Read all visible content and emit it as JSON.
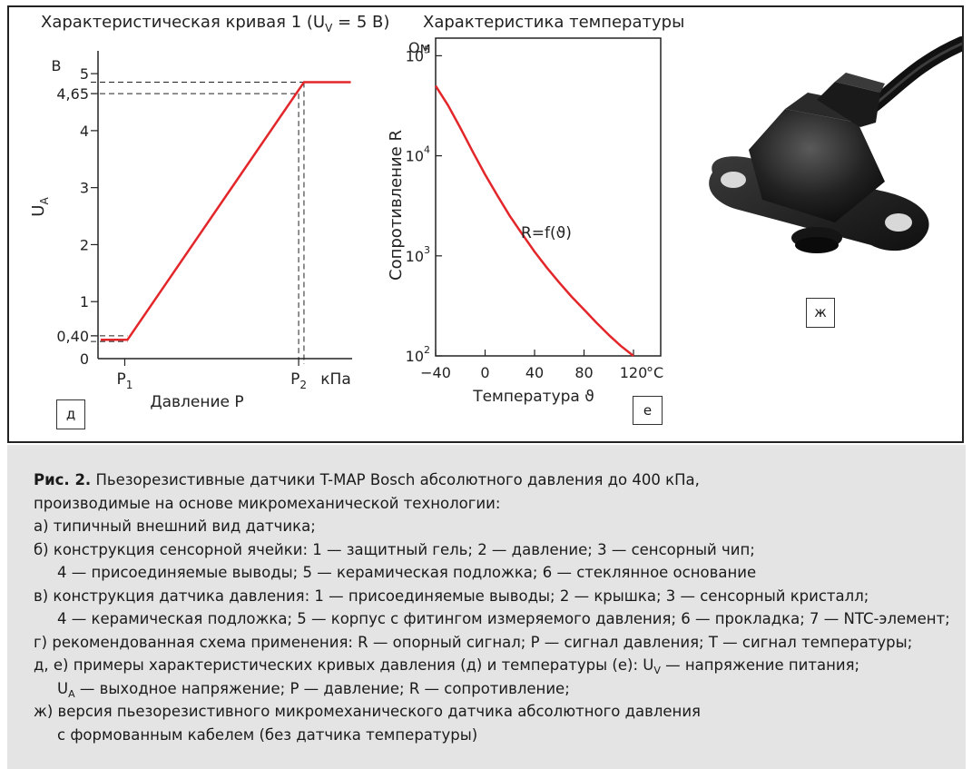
{
  "colors": {
    "curve": "#e3262a",
    "axis": "#222222",
    "caption_bg": "#e4e4e4"
  },
  "chart_data": [
    {
      "type": "line",
      "panel": "д",
      "title": "Характеристическая кривая 1 (U",
      "title_sub": "V",
      "title_end": " = 5 В)",
      "y_unit": "В",
      "ylabel": "U",
      "ylabel_sub": "A",
      "xlabel": "Давление P",
      "x_unit": "кПа",
      "x_ticks": [
        {
          "label": "P",
          "sub": "1",
          "x": 1
        },
        {
          "label": "P",
          "sub": "2",
          "x": 7.5
        }
      ],
      "y_ticks": [
        {
          "label": "0",
          "y": 0
        },
        {
          "label": "0,40",
          "y": 0.4
        },
        {
          "label": "1",
          "y": 1
        },
        {
          "label": "2",
          "y": 2
        },
        {
          "label": "3",
          "y": 3
        },
        {
          "label": "4",
          "y": 4
        },
        {
          "label": "4,65",
          "y": 4.65
        },
        {
          "label": "5",
          "y": 5
        }
      ],
      "xlim": [
        0,
        9.5
      ],
      "ylim": [
        0,
        5.4
      ],
      "series": [
        {
          "x": [
            0.1,
            1.1,
            7.7,
            9.45
          ],
          "y": [
            0.33,
            0.33,
            4.85,
            4.85
          ]
        }
      ],
      "guides": [
        {
          "y": 0.4,
          "x_end": 1.1
        },
        {
          "y": 0.3,
          "x_end": 1.1
        },
        {
          "y": 4.85,
          "x_end": 7.7
        },
        {
          "y": 4.65,
          "x_end": 7.5
        }
      ],
      "vguides": [
        {
          "x": 7.5,
          "y_end": 4.65
        },
        {
          "x": 7.7,
          "y_end": 4.85
        }
      ]
    },
    {
      "type": "line",
      "panel": "е",
      "title": "Характеристика температуры",
      "y_unit": "Ом",
      "ylabel": "Сопротивление R",
      "xlabel": "Температура ϑ",
      "x_unit": "°C",
      "x_ticks": [
        {
          "label": "−40",
          "x": -40
        },
        {
          "label": "0",
          "x": 0
        },
        {
          "label": "40",
          "x": 40
        },
        {
          "label": "80",
          "x": 80
        },
        {
          "label": "120",
          "x": 120
        }
      ],
      "y_ticks": [
        {
          "label": "10",
          "sup": "2",
          "y": 100
        },
        {
          "label": "10",
          "sup": "3",
          "y": 1000
        },
        {
          "label": "10",
          "sup": "4",
          "y": 10000
        },
        {
          "label": "10",
          "sup": "5",
          "y": 100000
        }
      ],
      "y_scale": "log",
      "xlim": [
        -40,
        142
      ],
      "ylim": [
        100,
        150000
      ],
      "annotation": "R=f(ϑ)",
      "series": [
        {
          "name": "R=f(ϑ)",
          "x": [
            -40,
            -30,
            -20,
            -10,
            0,
            10,
            20,
            30,
            40,
            50,
            60,
            70,
            80,
            90,
            100,
            110,
            120
          ],
          "y": [
            50000,
            32000,
            19000,
            11000,
            6500,
            4000,
            2500,
            1650,
            1100,
            760,
            540,
            390,
            290,
            215,
            162,
            125,
            100
          ]
        }
      ]
    }
  ],
  "photo": {
    "label": "ж"
  },
  "caption": {
    "lead_bold": "Рис. 2.",
    "lead_rest": " Пьезорезистивные датчики T-MAP Bosch абсолютного давления до 400 кПа,",
    "lines": [
      "производимые на основе микромеханической технологии:",
      "а)  типичный внешний вид датчика;",
      "б)  конструкция сенсорной ячейки: 1 — защитный гель; 2 — давление; 3 — сенсорный чип;",
      "4 — присоединяемые выводы; 5 — керамическая подложка; 6 — стеклянное основание",
      "в)  конструкция датчика давления: 1 — присоединяемые выводы; 2 — крышка; 3 — сенсорный кристалл;",
      "4 — керамическая подложка; 5 — корпус с фитингом измеряемого давления; 6 — прокладка; 7 — NTC-элемент;",
      "г)  рекомендованная схема применения: R — опорный сигнал; P — сигнал давления; T — сигнал температуры;",
      "д, е) примеры характеристических кривых давления (д) и температуры (е): U",
      "V",
      " — напряжение питания;",
      "U",
      "A",
      " — выходное напряжение; P — давление; R — сопротивление;",
      "ж) версия пьезорезистивного микромеханического датчика абсолютного давления",
      "с формованным кабелем (без датчика температуры)"
    ]
  }
}
